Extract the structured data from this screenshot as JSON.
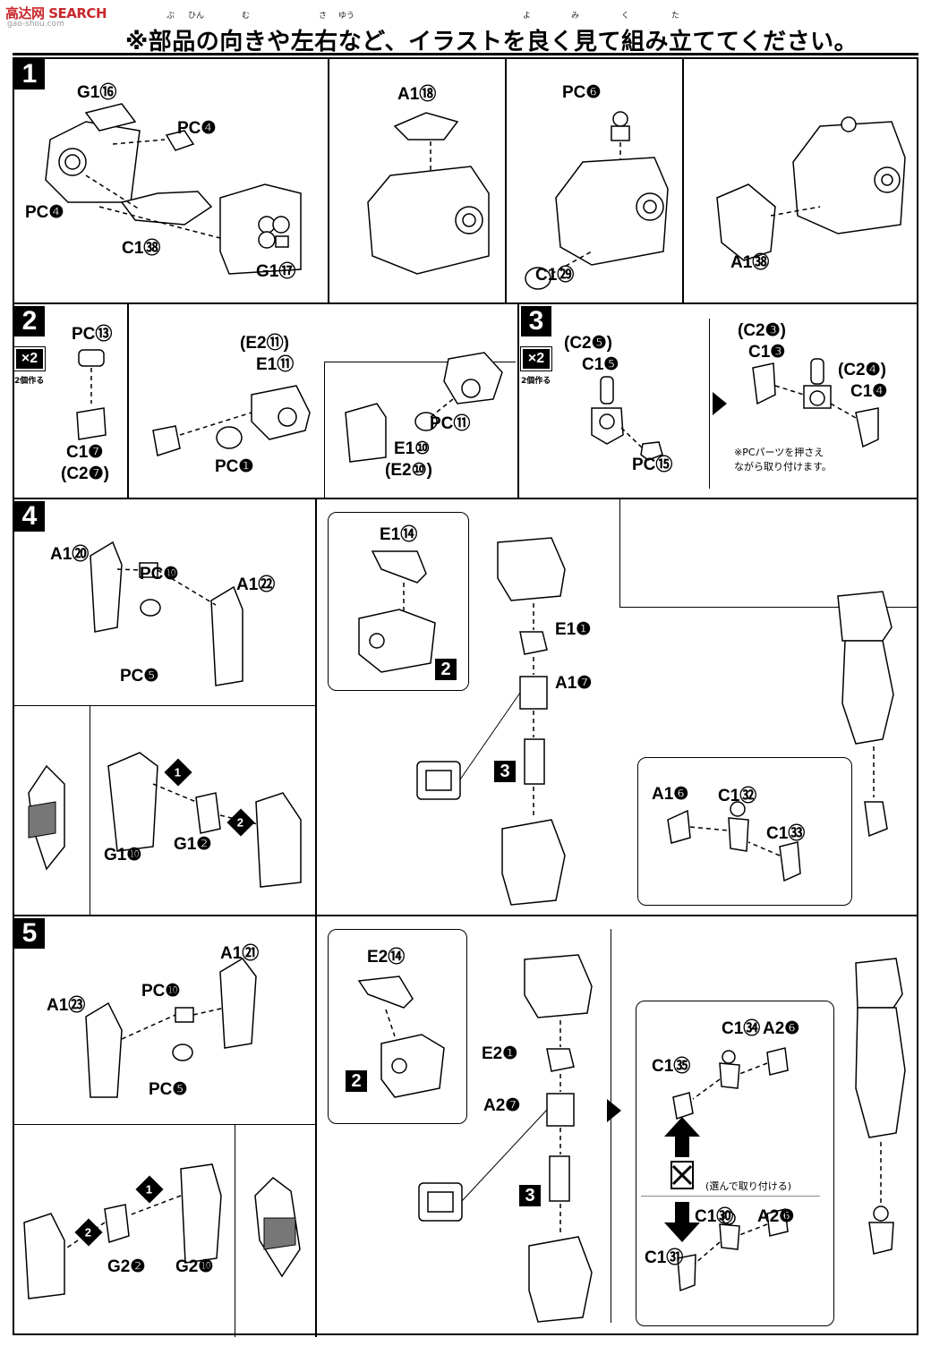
{
  "watermark": {
    "site": "高达网 SEARCH",
    "domain": "gao-shou.com"
  },
  "header": {
    "instruction": "※部品の向きや左右など、イラストを良く見て組み立ててください。",
    "ruby": [
      "ぶ",
      "ひん",
      "む",
      "さ",
      "ゆう",
      "よ",
      "み",
      "く",
      "た"
    ]
  },
  "steps": {
    "s1": {
      "number": "1",
      "labels": [
        "G1⑯",
        "PC❹",
        "PC❹",
        "C1㊳",
        "G1⑰",
        "A1⑱",
        "PC❻",
        "C1㉙",
        "A1㊳"
      ]
    },
    "s2": {
      "number": "2",
      "x2": "×2",
      "x2_note": "2個作る",
      "labels": [
        "PC⑬",
        "C1❼",
        "(C2❼)",
        "(E2⑪)",
        "E1⑪",
        "PC❶",
        "PC⑪",
        "E1⑩",
        "(E2⑩)"
      ]
    },
    "s3": {
      "number": "3",
      "x2": "×2",
      "x2_note": "2個作る",
      "labels": [
        "(C2❺)",
        "C1❺",
        "PC⑮",
        "(C2❸)",
        "C1❸",
        "(C2❹)",
        "C1❹"
      ],
      "note": "※PCパーツを押さえ\nながら取り付けます。"
    },
    "s4": {
      "number": "4",
      "labels": [
        "A1⑳",
        "PC❿",
        "A1㉒",
        "PC❺",
        "E1⑭",
        "E1❶",
        "A1❼",
        "G1❿",
        "G1❷",
        "A1❻",
        "C1㉜",
        "C1㉝"
      ],
      "refs": [
        "2",
        "3"
      ],
      "markers": [
        "1",
        "2"
      ]
    },
    "s5": {
      "number": "5",
      "labels": [
        "A1㉑",
        "A1㉓",
        "PC❿",
        "PC❺",
        "E2⑭",
        "E2❶",
        "A2❼",
        "G2❷",
        "G2❿",
        "C1㉞",
        "A2❻",
        "C1㉟",
        "C1㉚",
        "A2❻",
        "C1㉛"
      ],
      "refs": [
        "2",
        "3"
      ],
      "markers": [
        "1",
        "2"
      ],
      "choice_note": "(選んで取り付ける)"
    }
  }
}
